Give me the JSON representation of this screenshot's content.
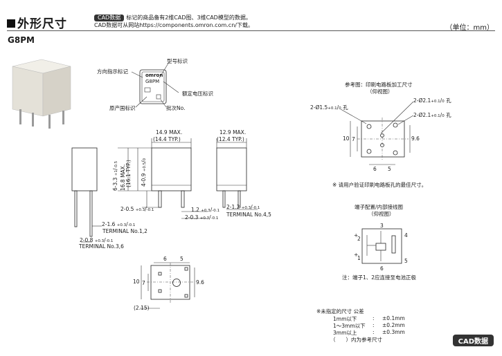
{
  "header": {
    "section_title": "外形尺寸",
    "cad_badge": "CAD数据",
    "cad_note_line1": "标记的商品备有2维CAD图、3维CAD模型的数据。",
    "cad_note_line2": "CAD数据可从网站https://components.omron.com.cn/下载。",
    "unit": "（单位：mm）",
    "model": "G8PM"
  },
  "marking": {
    "brand": "omron",
    "code": "G8PM",
    "label_model": "型号标识",
    "label_direction": "方向指示标记",
    "label_voltage": "额定电压标识",
    "label_origin": "原产国标识",
    "label_lot": "批次No."
  },
  "front_view": {
    "width_max": "14.9 MAX.",
    "width_typ": "(14.4 TYP.)",
    "height_max": "16.8 MAX.",
    "height_typ": "(16.1 TYP.)",
    "height_total": "6-3.3",
    "height_total_tol_up": "+1",
    "height_total_tol_dn": "-0.5",
    "pin_len": "4-0.9",
    "pin_len_tol_up": "+0.5",
    "pin_len_tol_dn": "0",
    "d1": "2-0.5",
    "d1_tol_up": "+0.3",
    "d1_tol_dn": "-0.1",
    "d2": "2-1.6",
    "d2_tol_up": "+0.3",
    "d2_tol_dn": "-0.1",
    "d2_label": "TERMINAL No.1,2",
    "d3": "2-0.8",
    "d3_tol_up": "+0.3",
    "d3_tol_dn": "-0.1",
    "d3_label": "TERMINAL No.3,6",
    "d4": "1.2",
    "d4_tol_up": "+0.3",
    "d4_tol_dn": "-0.1",
    "d5": "2-0.3",
    "d5_tol_up": "+0.3",
    "d5_tol_dn": "-0.1"
  },
  "side_view": {
    "width_max": "12.9 MAX.",
    "width_typ": "(12.4 TYP.)",
    "d1": "2-1.2",
    "d1_tol_up": "+0.3",
    "d1_tol_dn": "-0.1",
    "d1_label": "TERMINAL No.4,5"
  },
  "bottom_view": {
    "w6": "6",
    "w5": "5",
    "h10": "10",
    "h7": "7",
    "h96": "9.6",
    "offset": "(2.15)"
  },
  "pcb": {
    "title": "参考图：印刷电路板加工尺寸",
    "subtitle": "（仰视图）",
    "hole1": "2-Ø1.5",
    "hole1_tol_up": "+0.1",
    "hole1_tol_dn": "0",
    "hole1_suffix": "孔",
    "hole2": "2-Ø2.1",
    "hole2_tol_up": "+0.1",
    "hole2_tol_dn": "0",
    "hole2_suffix": "孔",
    "hole3": "2-Ø2.1",
    "hole3_tol_up": "+0.1",
    "hole3_tol_dn": "0",
    "hole3_suffix": "孔",
    "h10": "10",
    "h7": "7",
    "h96": "9.6",
    "w6": "6",
    "w5": "5",
    "note": "※ 请用户验证印刷电路板孔的最佳尺寸。"
  },
  "terminal": {
    "title": "端子配置/内部接线图",
    "subtitle": "（仰视图）",
    "p3": "3",
    "p4": "4",
    "p2": "2",
    "p1": "1",
    "p5": "5",
    "p6": "6",
    "plus": "+",
    "note": "注：端子1、2应连接至电池正极"
  },
  "tolerance": {
    "title": "※未指定的尺寸 公差",
    "rows": [
      {
        "range": "1mm以下",
        "colon": ":",
        "tol": "±0.1mm"
      },
      {
        "range": "1～3mm以下",
        "colon": ":",
        "tol": "±0.2mm"
      },
      {
        "range": "3mm以上",
        "colon": ":",
        "tol": "±0.3mm"
      }
    ],
    "ref_note": "（　　）内为参考尺寸"
  },
  "footer": {
    "cad_button": "CAD数据"
  }
}
